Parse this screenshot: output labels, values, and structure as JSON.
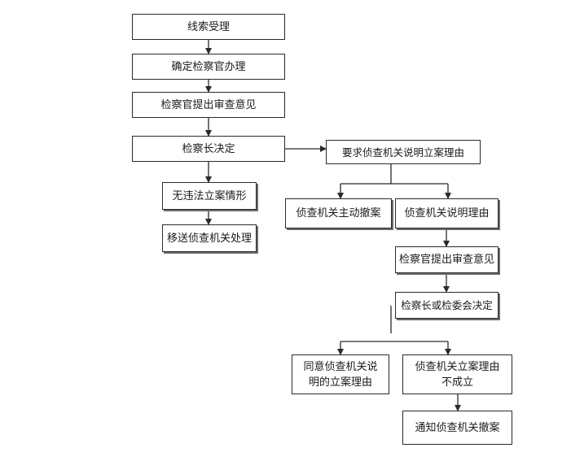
{
  "nodes": {
    "clue_acceptance": "线索受理",
    "assign_prosecutor": "确定检察官办理",
    "prosecutor_opinion_1": "检察官提出审查意见",
    "chief_decision": "检察长决定",
    "no_illegal_case": "无违法立案情形",
    "transfer_investigation": "移送侦查机关处理",
    "require_explanation": "要求侦查机关说明立案理由",
    "active_withdraw": "侦查机关主动撤案",
    "explain_reason": "侦查机关说明理由",
    "prosecutor_opinion_2": "检察官提出审查意见",
    "committee_decision": "检察长或检委会决定",
    "agree_reason": "同意侦查机关说明的立案理由",
    "reason_invalid": "侦查机关立案理由不成立",
    "notify_withdraw": "通知侦查机关撤案"
  }
}
